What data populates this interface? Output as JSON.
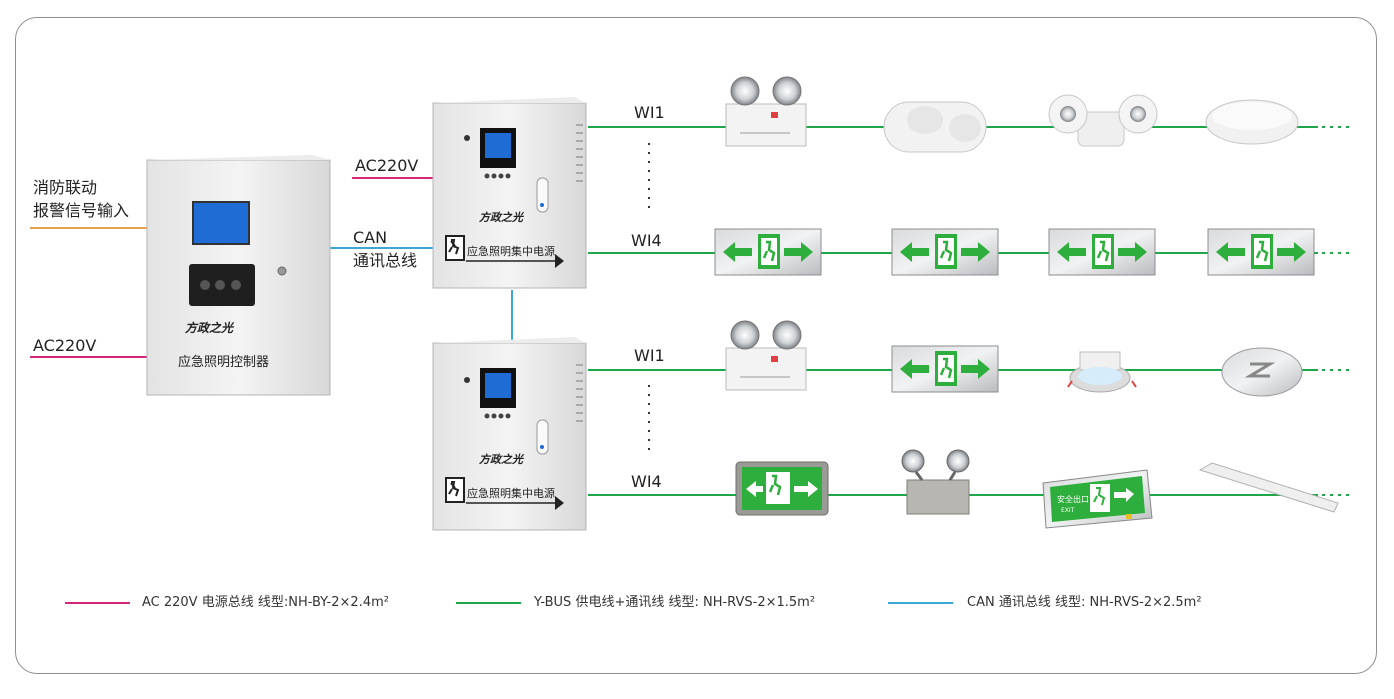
{
  "controller": {
    "brand": "方政之光",
    "name": "应急照明控制器",
    "button_labels": [
      "",
      "",
      "",
      ""
    ]
  },
  "inputs": {
    "fire_signal_line1": "消防联动",
    "fire_signal_line2": "报警信号输入",
    "ac_controller": "AC220V",
    "ac_panel": "AC220V",
    "can_line1": "CAN",
    "can_line2": "通讯总线"
  },
  "panels": [
    {
      "brand": "方政之光",
      "sign": "应急照明集中电源"
    },
    {
      "brand": "方政之光",
      "sign": "应急照明集中电源"
    }
  ],
  "circuits": {
    "p1_top": "WI1",
    "p1_bottom": "WI4",
    "p2_top": "WI1",
    "p2_bottom": "WI4"
  },
  "fixtures": {
    "exit_sign_text": "安全出口",
    "exit_sign_en": "EXIT"
  },
  "legend": [
    {
      "text": "AC 220V 电源总线  线型:NH-BY-2×2.4m²",
      "color": "#d6277a"
    },
    {
      "text": "Y-BUS 供电线+通讯线  线型: NH-RVS-2×1.5m²",
      "color": "#1fa64a"
    },
    {
      "text": "CAN 通讯总线  线型:  NH-RVS-2×2.5m²",
      "color": "#3ba7d9"
    }
  ],
  "colors": {
    "ac": "#d6277a",
    "ybus": "#1fa64a",
    "can": "#3ba7d9",
    "fire_signal": "#e8a050",
    "sign_green": "#2eae3c"
  }
}
